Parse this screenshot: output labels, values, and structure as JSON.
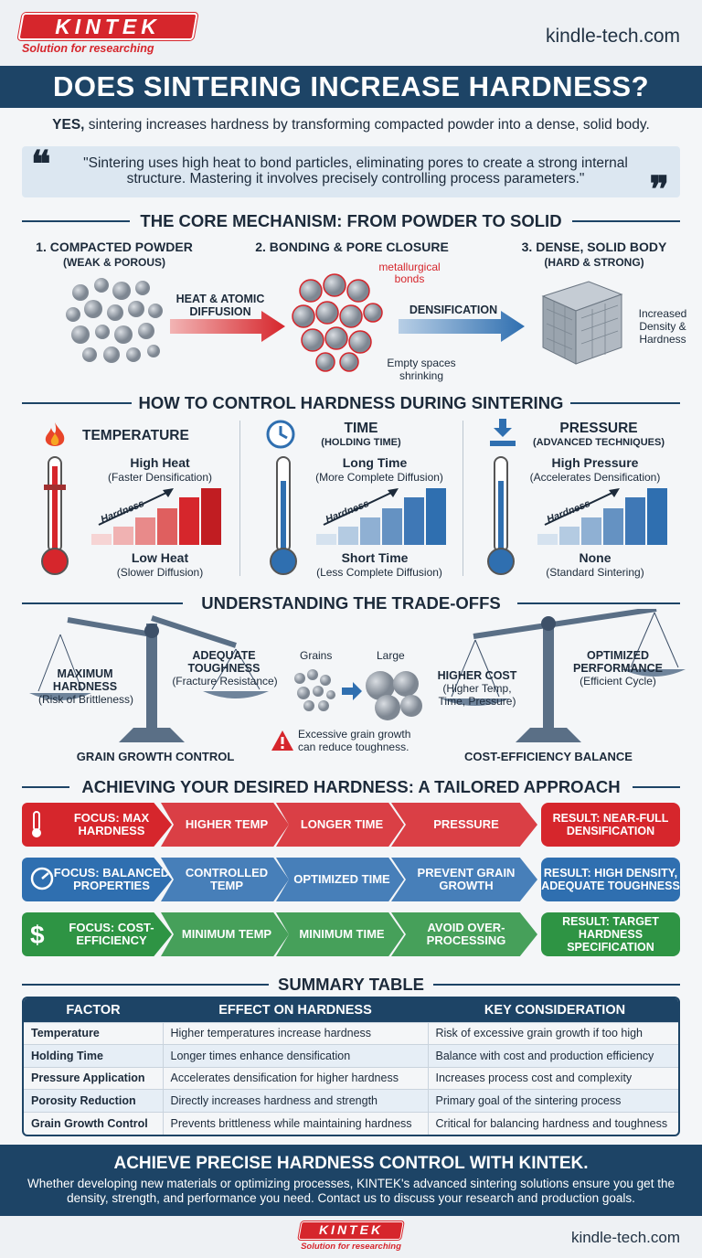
{
  "brand": {
    "logo_text": "KINTEK",
    "tagline": "Solution for researching",
    "site": "kindle-tech.com"
  },
  "title": "DOES SINTERING INCREASE HARDNESS?",
  "answer": {
    "lead": "YES,",
    "text": " sintering increases hardness by transforming compacted powder into a dense, solid body."
  },
  "quote": {
    "open": "❝",
    "close": "❞",
    "text": "\"Sintering uses high heat to bond particles, eliminating pores to create a strong internal structure. Mastering it involves precisely controlling process parameters.\""
  },
  "mechanism": {
    "title": "THE CORE MECHANISM: FROM POWDER TO SOLID",
    "steps": [
      {
        "title": "1. COMPACTED POWDER",
        "sub": "(WEAK & POROUS)"
      },
      {
        "title": "2. BONDING & PORE CLOSURE",
        "sub": ""
      },
      {
        "title": "3. DENSE, SOLID BODY",
        "sub": "(HARD & STRONG)"
      }
    ],
    "arrow1": "HEAT & ATOMIC DIFFUSION",
    "arrow2": "DENSIFICATION",
    "bonds_label": "metallurgical bonds",
    "pores_label": "Empty spaces shrinking",
    "result_label": "Increased Density & Hardness"
  },
  "control": {
    "title": "HOW TO CONTROL HARDNESS DURING SINTERING",
    "factors": [
      {
        "name": "TEMPERATURE",
        "sub": "",
        "high": "High Heat",
        "high_sub": "(Faster Densification)",
        "low": "Low Heat",
        "low_sub": "(Slower Diffusion)",
        "axis": "Hardness",
        "icon": "flame-icon",
        "color": "#d6262c"
      },
      {
        "name": "TIME",
        "sub": "(HOLDING TIME)",
        "high": "Long Time",
        "high_sub": "(More Complete Diffusion)",
        "low": "Short Time",
        "low_sub": "(Less Complete Diffusion)",
        "axis": "Hardness",
        "icon": "clock-icon",
        "color": "#2f6fb0"
      },
      {
        "name": "PRESSURE",
        "sub": "(ADVANCED TECHNIQUES)",
        "high": "High Pressure",
        "high_sub": "(Accelerates Densification)",
        "low": "None",
        "low_sub": "(Standard Sintering)",
        "axis": "Hardness",
        "icon": "press-icon",
        "color": "#2f6fb0"
      }
    ]
  },
  "tradeoffs": {
    "title": "UNDERSTANDING THE TRADE-OFFS",
    "left": {
      "a": "MAXIMUM HARDNESS",
      "a_sub": "(Risk of Brittleness)",
      "b": "ADEQUATE TOUGHNESS",
      "b_sub": "(Fracture Resistance)",
      "caption": "GRAIN GROWTH CONTROL"
    },
    "grains": {
      "small": "Grains",
      "large": "Large",
      "warning": "Excessive grain growth can reduce toughness."
    },
    "right": {
      "a": "HIGHER COST",
      "a_sub": "(Higher Temp, Time, Pressure)",
      "b": "OPTIMIZED PERFORMANCE",
      "b_sub": "(Efficient Cycle)",
      "caption": "COST-EFFICIENCY BALANCE"
    }
  },
  "approach": {
    "title": "ACHIEVING YOUR DESIRED HARDNESS: A TAILORED APPROACH",
    "rows": [
      {
        "focus": "FOCUS: MAX HARDNESS",
        "steps": [
          "HIGHER TEMP",
          "LONGER TIME",
          "PRESSURE"
        ],
        "result": "RESULT: NEAR-FULL DENSIFICATION",
        "color": "#d6262c",
        "icon": "thermometer-icon"
      },
      {
        "focus": "FOCUS: BALANCED PROPERTIES",
        "steps": [
          "CONTROLLED TEMP",
          "OPTIMIZED TIME",
          "PREVENT GRAIN GROWTH"
        ],
        "result": "RESULT: HIGH DENSITY, ADEQUATE TOUGHNESS",
        "color": "#2f6fb0",
        "icon": "gauge-icon"
      },
      {
        "focus": "FOCUS: COST-EFFICIENCY",
        "steps": [
          "MINIMUM TEMP",
          "MINIMUM TIME",
          "AVOID OVER-PROCESSING"
        ],
        "result": "RESULT: TARGET HARDNESS SPECIFICATION",
        "color": "#2e9444",
        "icon": "dollar-icon"
      }
    ]
  },
  "summary": {
    "title": "SUMMARY TABLE",
    "headers": [
      "FACTOR",
      "EFFECT ON HARDNESS",
      "KEY CONSIDERATION"
    ],
    "rows": [
      [
        "Temperature",
        "Higher temperatures increase hardness",
        "Risk of excessive grain growth if too high"
      ],
      [
        "Holding Time",
        "Longer times enhance densification",
        "Balance with cost and production efficiency"
      ],
      [
        "Pressure Application",
        "Accelerates densification for higher hardness",
        "Increases process cost and complexity"
      ],
      [
        "Porosity Reduction",
        "Directly increases hardness and strength",
        "Primary goal of the sintering process"
      ],
      [
        "Grain Growth Control",
        "Prevents brittleness while maintaining hardness",
        "Critical for balancing hardness and toughness"
      ]
    ]
  },
  "cta": {
    "title": "ACHIEVE PRECISE HARDNESS CONTROL WITH KINTEK.",
    "text": "Whether developing new materials or optimizing processes, KINTEK's advanced sintering solutions ensure you get the density, strength, and performance you need. Contact us to discuss your research and production goals."
  }
}
